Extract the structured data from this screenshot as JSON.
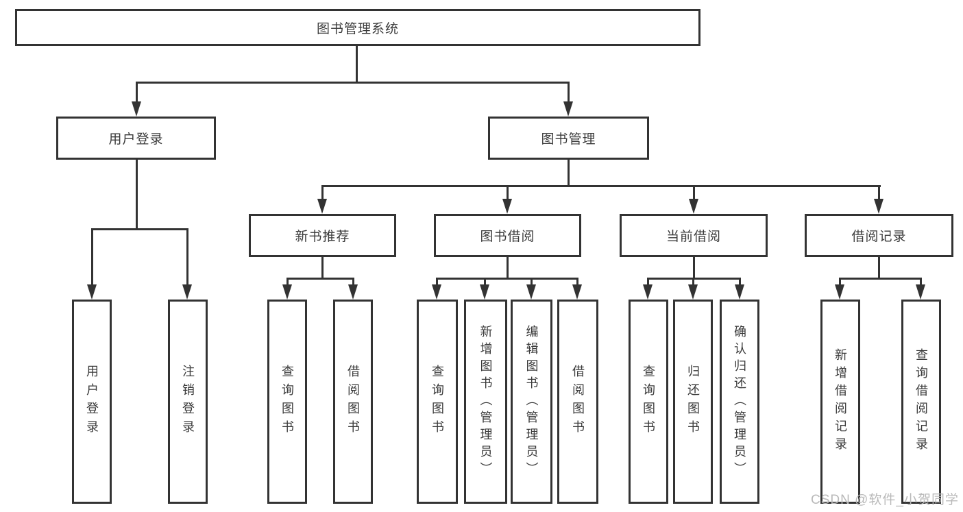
{
  "diagram": {
    "type": "hierarchy-tree",
    "root": {
      "label": "图书管理系统"
    },
    "level2": [
      {
        "id": "user-login",
        "label": "用户登录"
      },
      {
        "id": "book-management",
        "label": "图书管理"
      }
    ],
    "level3": [
      {
        "id": "new-book-recommend",
        "label": "新书推荐",
        "parent": "图书管理"
      },
      {
        "id": "book-borrow",
        "label": "图书借阅",
        "parent": "图书管理"
      },
      {
        "id": "current-borrow",
        "label": "当前借阅",
        "parent": "图书管理"
      },
      {
        "id": "borrow-records",
        "label": "借阅记录",
        "parent": "图书管理"
      }
    ],
    "leaves": {
      "user_login": [
        {
          "label": "用户登录"
        },
        {
          "label": "注销登录"
        }
      ],
      "new_book_recommend": [
        {
          "label": "查询图书"
        },
        {
          "label": "借阅图书"
        }
      ],
      "book_borrow": [
        {
          "label": "查询图书"
        },
        {
          "label": "新增图书（管理员）"
        },
        {
          "label": "编辑图书（管理员）"
        },
        {
          "label": "借阅图书"
        }
      ],
      "current_borrow": [
        {
          "label": "查询图书"
        },
        {
          "label": "归还图书"
        },
        {
          "label": "确认归还（管理员）"
        }
      ],
      "borrow_records": [
        {
          "label": "新增借阅记录"
        },
        {
          "label": "查询借阅记录"
        }
      ]
    },
    "watermark": "CSDN @软件_小贺同学",
    "colors": {
      "line": "#333333",
      "text": "#3a3a3a",
      "box_background": "#ffffff",
      "watermark": "#b9b9b9"
    }
  }
}
